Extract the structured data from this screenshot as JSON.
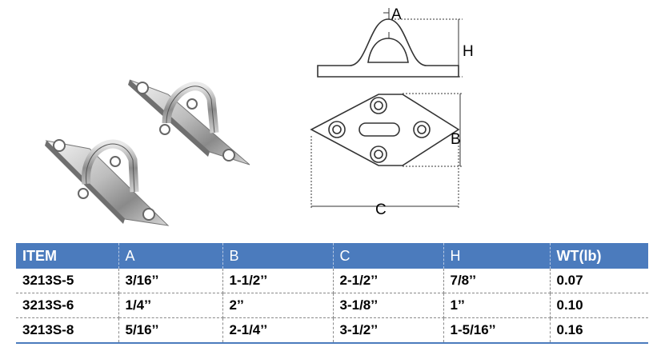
{
  "drawing_labels": {
    "a": "A",
    "h": "H",
    "b": "B",
    "c": "C"
  },
  "table": {
    "headers": [
      "ITEM",
      "A",
      "B",
      "C",
      "H",
      "WT(lb)"
    ],
    "rows": [
      [
        "3213S-5",
        "3/16’’",
        "1-1/2’’",
        "2-1/2’’",
        "7/8’’",
        "0.07"
      ],
      [
        "3213S-6",
        "1/4’’",
        "2’’",
        "3-1/8’’",
        "1’’",
        "0.10"
      ],
      [
        "3213S-8",
        "5/16’’",
        "2-1/4’’",
        "3-1/2’’",
        "1-5/16’’",
        "0.16"
      ]
    ]
  }
}
